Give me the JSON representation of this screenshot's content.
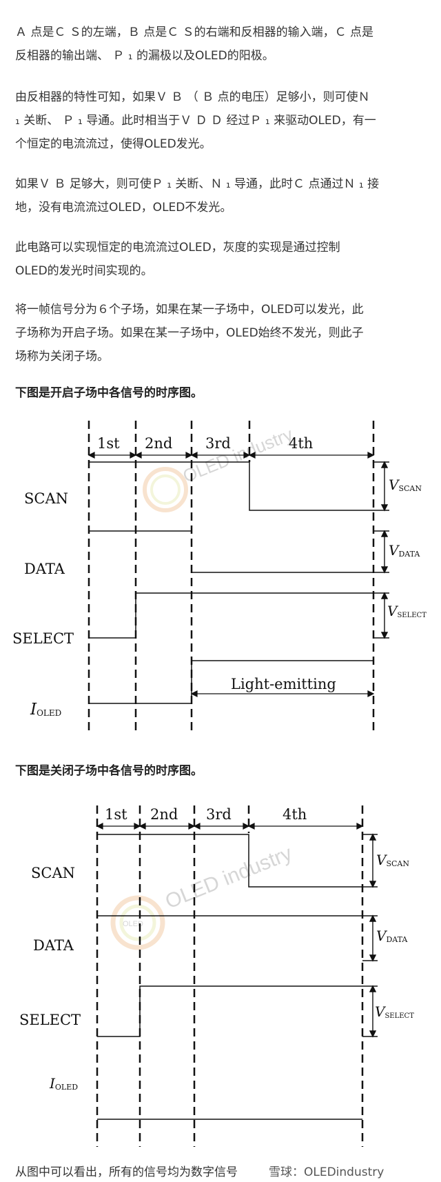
{
  "paragraphs": [
    {
      "lines": [
        "Ａ 点是Ｃ Ｓ的左端，Ｂ 点是Ｃ Ｓ的右端和反相器的输入端，Ｃ 点是",
        "反相器的输出端、 Ｐ ₁ 的漏极以及OLED的阳极。"
      ]
    },
    {
      "lines": [
        "由反相器的特性可知，如果Ｖ Ｂ （ Ｂ 点的电压）足够小，则可使Ｎ",
        "₁ 关断、 Ｐ ₁ 导通。此时相当于Ｖ Ｄ Ｄ 经过Ｐ ₁ 来驱动OLED，有一",
        "个恒定的电流流过，使得OLED发光。"
      ]
    },
    {
      "lines": [
        "如果Ｖ Ｂ 足够大，则可使Ｐ ₁ 关断、Ｎ ₁ 导通，此时Ｃ 点通过Ｎ ₁ 接",
        "地，没有电流流过OLED，OLED不发光。"
      ]
    },
    {
      "lines": [
        "此电路可以实现恒定的电流流过OLED，灰度的实现是通过控制",
        "OLED的发光时间实现的。"
      ]
    },
    {
      "lines": [
        "将一帧信号分为６个子场，如果在某一子场中，OLED可以发光，此",
        "子场称为开启子场。如果在某一子场中，OLED始终不发光，则此子",
        "场称为关闭子场。"
      ]
    }
  ],
  "heading_on": "下图是开启子场中各信号的时序图。",
  "heading_off": "下图是关闭子场中各信号的时序图。",
  "figure_on": {
    "phases": [
      "1st",
      "2nd",
      "3rd",
      "4th"
    ],
    "signals": [
      "SCAN",
      "DATA",
      "SELECT"
    ],
    "iolED_main": "I",
    "iolED_sub": "OLED",
    "v_labels": [
      {
        "main": "V",
        "sub": "SCAN"
      },
      {
        "main": "V",
        "sub": "DATA"
      },
      {
        "main": "V",
        "sub": "SELECT"
      }
    ],
    "annotation": "Light-emitting"
  },
  "figure_off": {
    "phases": [
      "1st",
      "2nd",
      "3rd",
      "4th"
    ],
    "signals": [
      "SCAN",
      "DATA",
      "SELECT"
    ],
    "iolED_main": "I",
    "iolED_sub": "OLED",
    "v_labels": [
      {
        "main": "V",
        "sub": "SCAN"
      },
      {
        "main": "V",
        "sub": "DATA"
      },
      {
        "main": "V",
        "sub": "SELECT"
      }
    ]
  },
  "watermark": {
    "text": "OLED industry",
    "logo_text": "OLED"
  },
  "footer": {
    "text": "从图中可以看出，所有的信号均为数字信号",
    "source": "雪球：OLEDindustry"
  }
}
